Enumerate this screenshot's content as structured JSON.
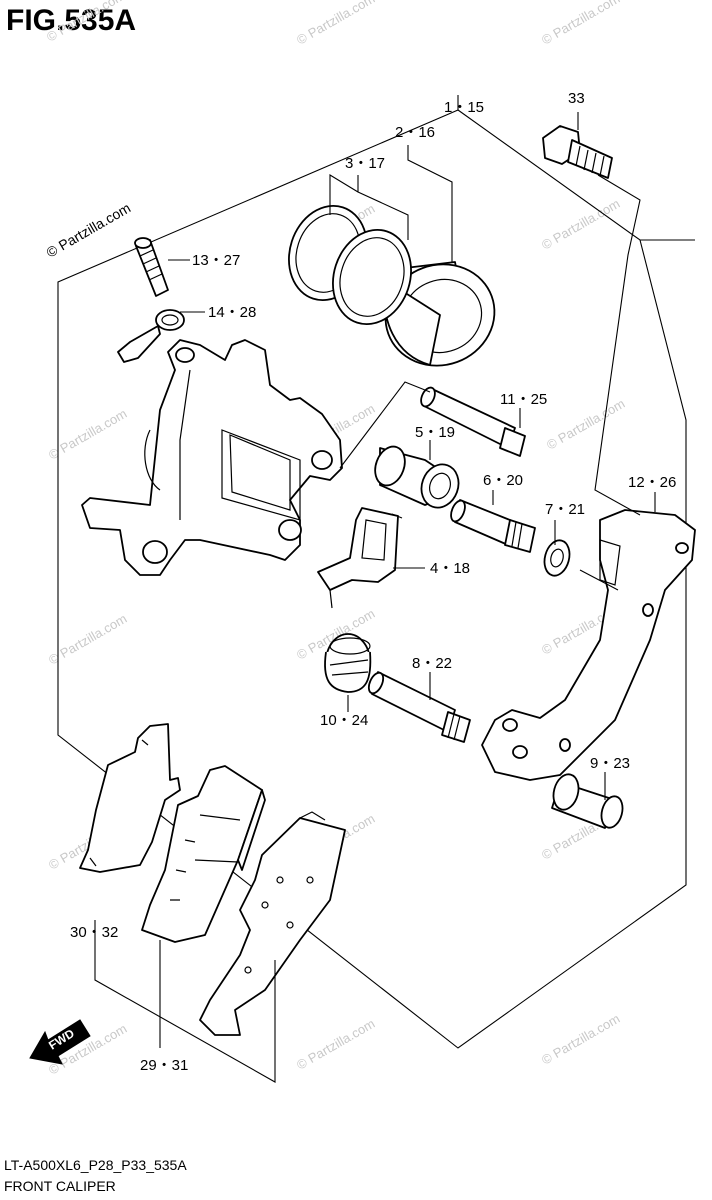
{
  "figure": {
    "title": "FIG.535A",
    "model_code": "LT-A500XL6_P28_P33_535A",
    "caption": "FRONT CALIPER"
  },
  "watermark": {
    "text": "© Partzilla.com",
    "corner_text": "© Partzilla.com"
  },
  "callouts": {
    "p1_15": "1・15",
    "p2_16": "2・16",
    "p3_17": "3・17",
    "p33": "33",
    "p13_27": "13・27",
    "p14_28": "14・28",
    "p11_25": "11・25",
    "p5_19": "5・19",
    "p6_20": "6・20",
    "p7_21": "7・21",
    "p12_26": "12・26",
    "p4_18": "4・18",
    "p8_22": "8・22",
    "p10_24": "10・24",
    "p9_23": "9・23",
    "p30_32": "30・32",
    "p29_31": "29・31"
  },
  "fwd_label": "FWD",
  "icons": [
    "fwd-arrow-icon",
    "watermark-logo-icon"
  ],
  "colors": {
    "line": "#000000",
    "watermark": "#c9c9c9",
    "background": "#ffffff"
  }
}
